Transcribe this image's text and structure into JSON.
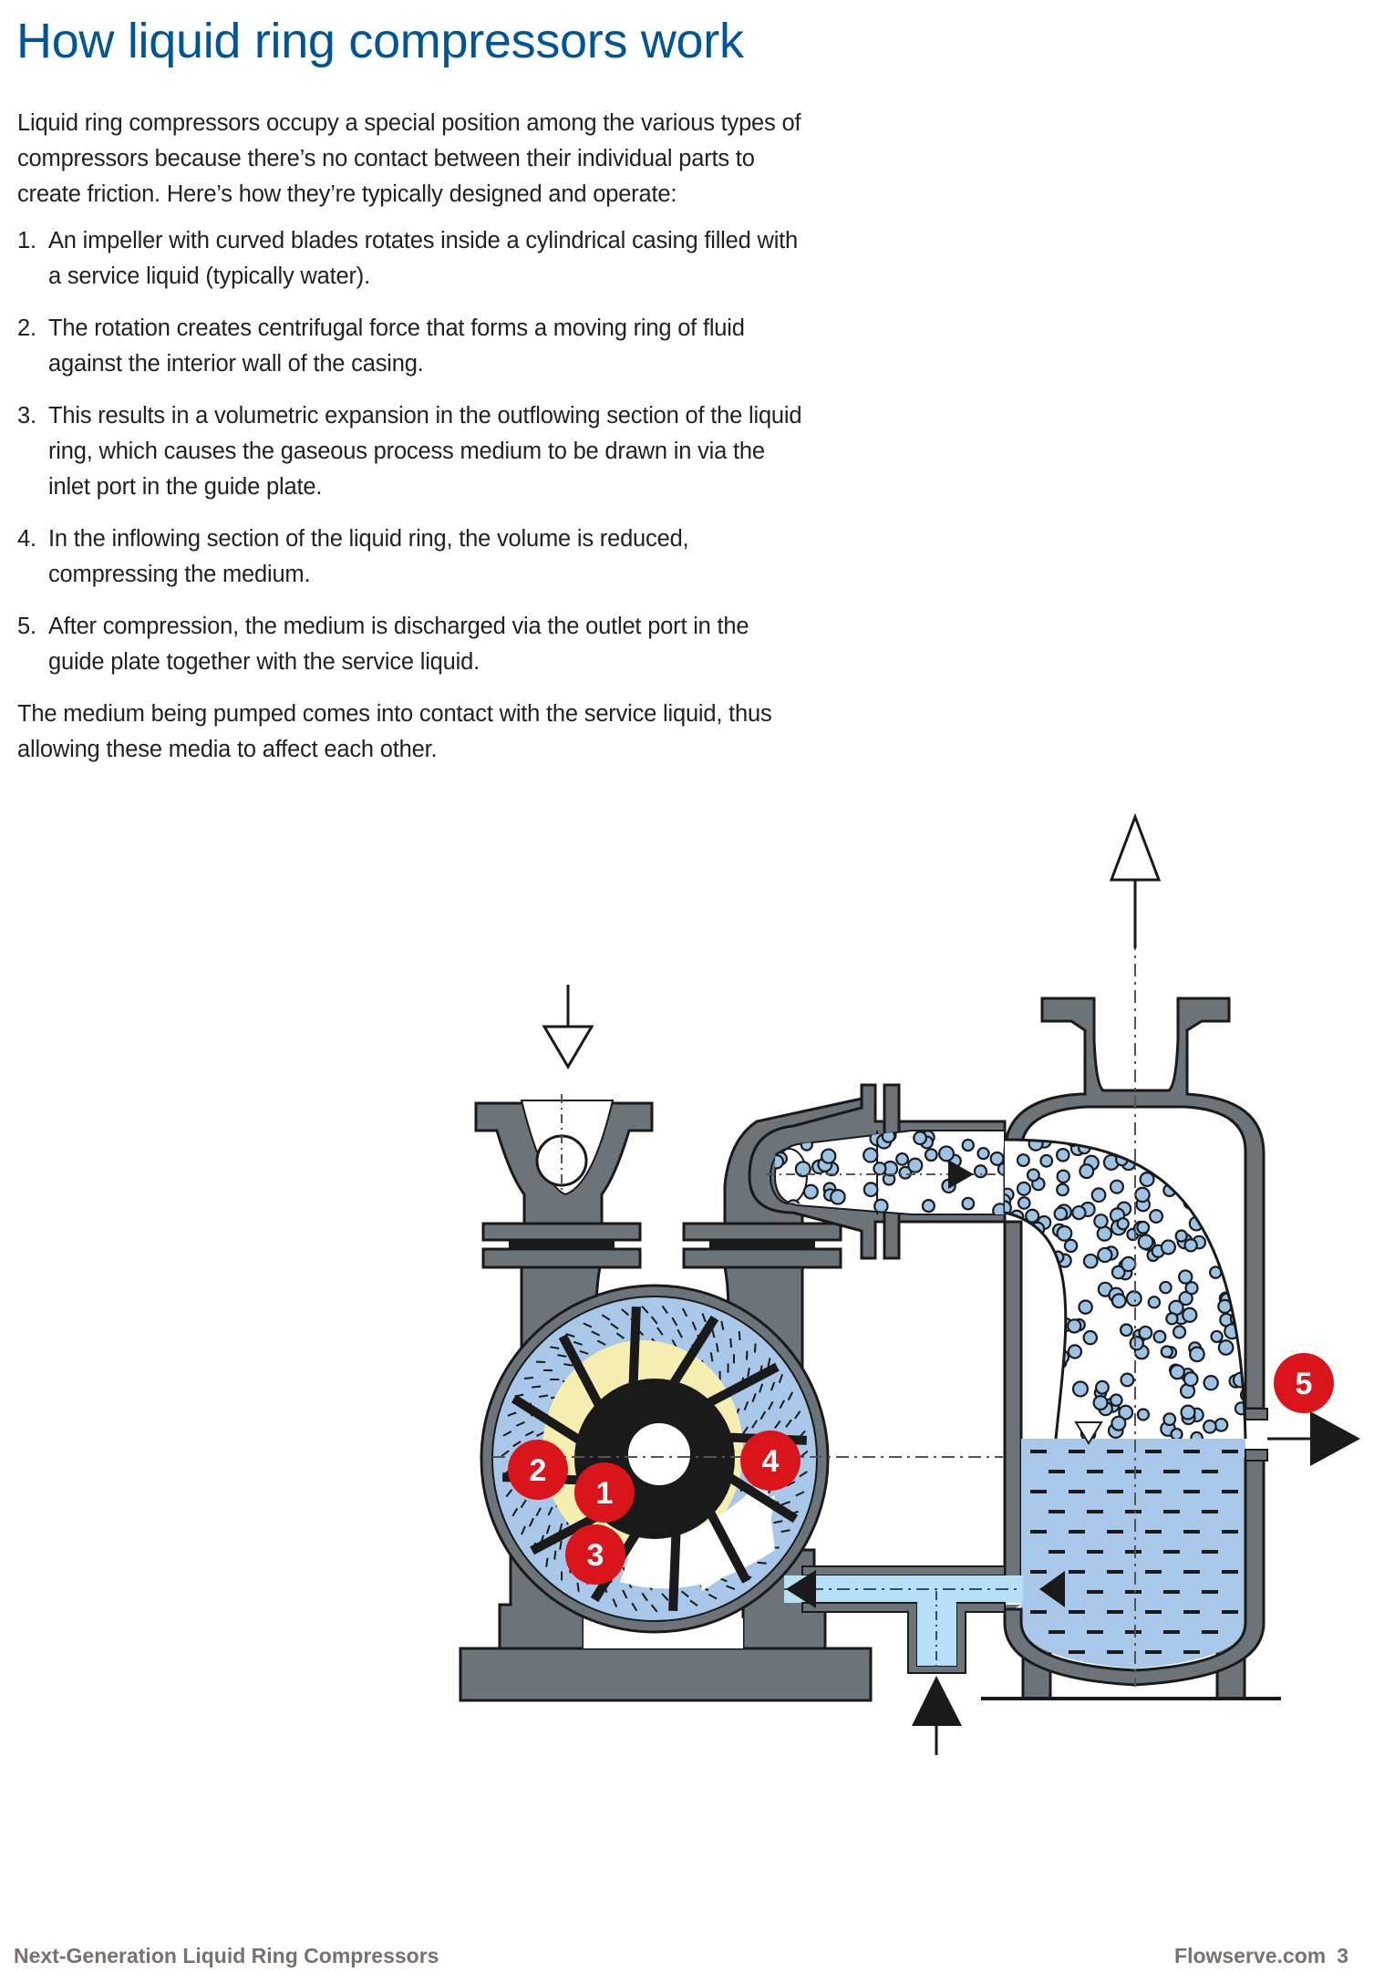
{
  "page": {
    "title": "How liquid ring compressors work",
    "intro": "Liquid ring compressors occupy a special position among the various types of compressors because there’s no contact between their individual parts to create friction. Here’s how they’re typically designed and operate:",
    "steps": [
      {
        "number": "1.",
        "text": "An impeller with curved blades rotates inside a cylindrical casing filled with a service liquid (typically water)."
      },
      {
        "number": "2.",
        "text": "The rotation creates centrifugal force that forms a moving ring of fluid against the interior wall of the casing."
      },
      {
        "number": "3.",
        "text": "This results in a volumetric expansion in the outflowing section of the liquid ring, which causes the gaseous process medium to be drawn in via the inlet port in the guide plate."
      },
      {
        "number": "4.",
        "text": "In the inflowing section of the liquid ring, the volume is reduced, compressing the medium."
      },
      {
        "number": "5.",
        "text": "After compression, the medium is discharged via the outlet port in the guide plate together with the service liquid."
      }
    ],
    "closing": "The medium being pumped comes into contact with the service liquid, thus allowing these media to affect each other."
  },
  "diagram": {
    "description": "Liquid ring compressor with separator tank",
    "callouts": [
      {
        "label": "1",
        "meaning": "impeller in service liquid"
      },
      {
        "label": "2",
        "meaning": "centrifugal liquid ring"
      },
      {
        "label": "3",
        "meaning": "expansion / gas inlet section"
      },
      {
        "label": "4",
        "meaning": "compression section"
      },
      {
        "label": "5",
        "meaning": "discharge with service liquid"
      }
    ],
    "flows": {
      "gas_inlet": "open-arrow-down",
      "gas_outlet": "open-arrow-up",
      "liquid_outlet": "solid-arrow-right",
      "liquid_makeup_inlet": "solid-arrow-up"
    },
    "colors": {
      "casing_gray": "#6d7479",
      "service_liquid_blue": "#a9c7e8",
      "pipe_liquid_blue": "#b5e0f5",
      "gas_pocket_yellow": "#f5eeb0",
      "bubble_blue": "#9cc3e6",
      "callout_red": "#d9141b",
      "outline_black": "#1a1a1a"
    }
  },
  "footer": {
    "left": "Next-Generation Liquid Ring Compressors",
    "site": "Flowserve.com",
    "page_number": "3"
  }
}
